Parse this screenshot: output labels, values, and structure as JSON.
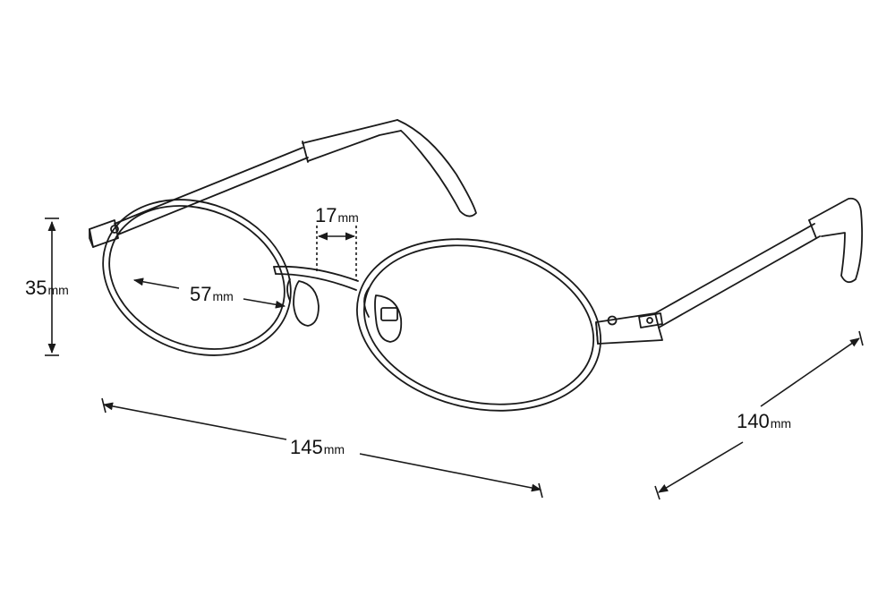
{
  "dimensions": {
    "height": {
      "value": "35",
      "unit": "mm"
    },
    "lens_width": {
      "value": "57",
      "unit": "mm"
    },
    "bridge": {
      "value": "17",
      "unit": "mm"
    },
    "frame_width": {
      "value": "145",
      "unit": "mm"
    },
    "temple_length": {
      "value": "140",
      "unit": "mm"
    }
  },
  "colors": {
    "line": "#1a1a1a",
    "background": "#ffffff"
  }
}
